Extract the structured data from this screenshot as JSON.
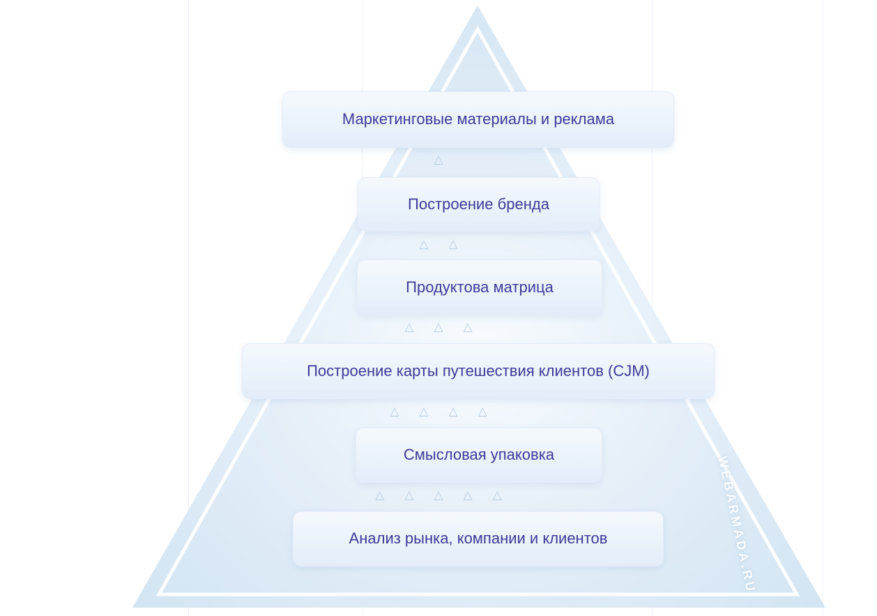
{
  "watermark": {
    "text": "WEBARMADA.RU"
  },
  "icons": {
    "triangle_marker": "△"
  },
  "colors": {
    "label_text": "#3d3a96",
    "pyramid_fill": "#d9e8f5",
    "pyramid_outline": "#ffffff",
    "box_background": "#e9f1fa",
    "marker": "#b9cde0"
  },
  "pyramid": {
    "levels": [
      {
        "label": "Маркетинговые материалы и реклама",
        "markers_below": 1
      },
      {
        "label": "Построение бренда",
        "markers_below": 2
      },
      {
        "label": "Продуктова матрица",
        "markers_below": 3
      },
      {
        "label": "Построение карты путешествия клиентов (CJM)",
        "markers_below": 4
      },
      {
        "label": "Смысловая упаковка",
        "markers_below": 5
      },
      {
        "label": "Анализ рынка, компании и клиентов",
        "markers_below": 0
      }
    ]
  }
}
